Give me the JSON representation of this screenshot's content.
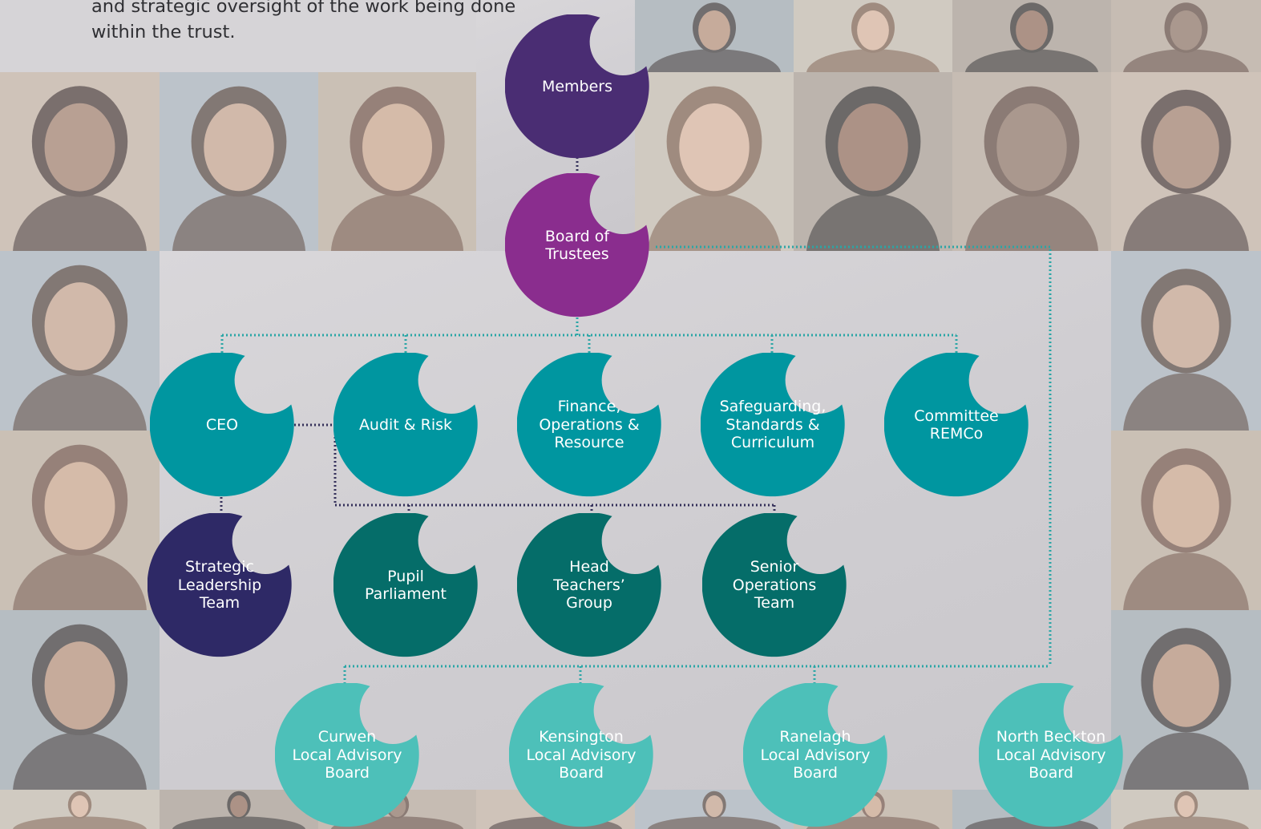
{
  "intro": {
    "lines": [
      "and strategic oversight of the work being done",
      "within the trust."
    ]
  },
  "colors": {
    "members": "#4a2d73",
    "board": "#8a2d8e",
    "committee": "#0096a0",
    "leadership": "#2e2966",
    "group": "#056d69",
    "local_board": "#4dc0b9",
    "connector": "#2aa6a6",
    "connector_dark": "#34305a"
  },
  "nodes": {
    "members": {
      "lines": [
        "Members"
      ]
    },
    "board": {
      "lines": [
        "Board of",
        "Trustees"
      ]
    },
    "ceo": {
      "lines": [
        "CEO"
      ]
    },
    "audit": {
      "lines": [
        "Audit & Risk"
      ]
    },
    "finance": {
      "lines": [
        "Finance,",
        "Operations &",
        "Resource"
      ]
    },
    "safeguarding": {
      "lines": [
        "Safeguarding,",
        "Standards &",
        "Curriculum"
      ]
    },
    "remco": {
      "lines": [
        "Committee",
        "REMCo"
      ]
    },
    "slt": {
      "lines": [
        "Strategic",
        "Leadership",
        "Team"
      ]
    },
    "pupil": {
      "lines": [
        "Pupil",
        "Parliament"
      ]
    },
    "heads": {
      "lines": [
        "Head",
        "Teachers’",
        "Group"
      ]
    },
    "sot": {
      "lines": [
        "Senior",
        "Operations",
        "Team"
      ]
    },
    "curwen": {
      "lines": [
        "Curwen",
        "Local Advisory",
        "Board"
      ]
    },
    "kensington": {
      "lines": [
        "Kensington",
        "Local Advisory",
        "Board"
      ]
    },
    "ranelagh": {
      "lines": [
        "Ranelagh",
        "Local Advisory",
        "Board"
      ]
    },
    "northbeckton": {
      "lines": [
        "North Beckton",
        "Local Advisory",
        "Board"
      ]
    }
  }
}
